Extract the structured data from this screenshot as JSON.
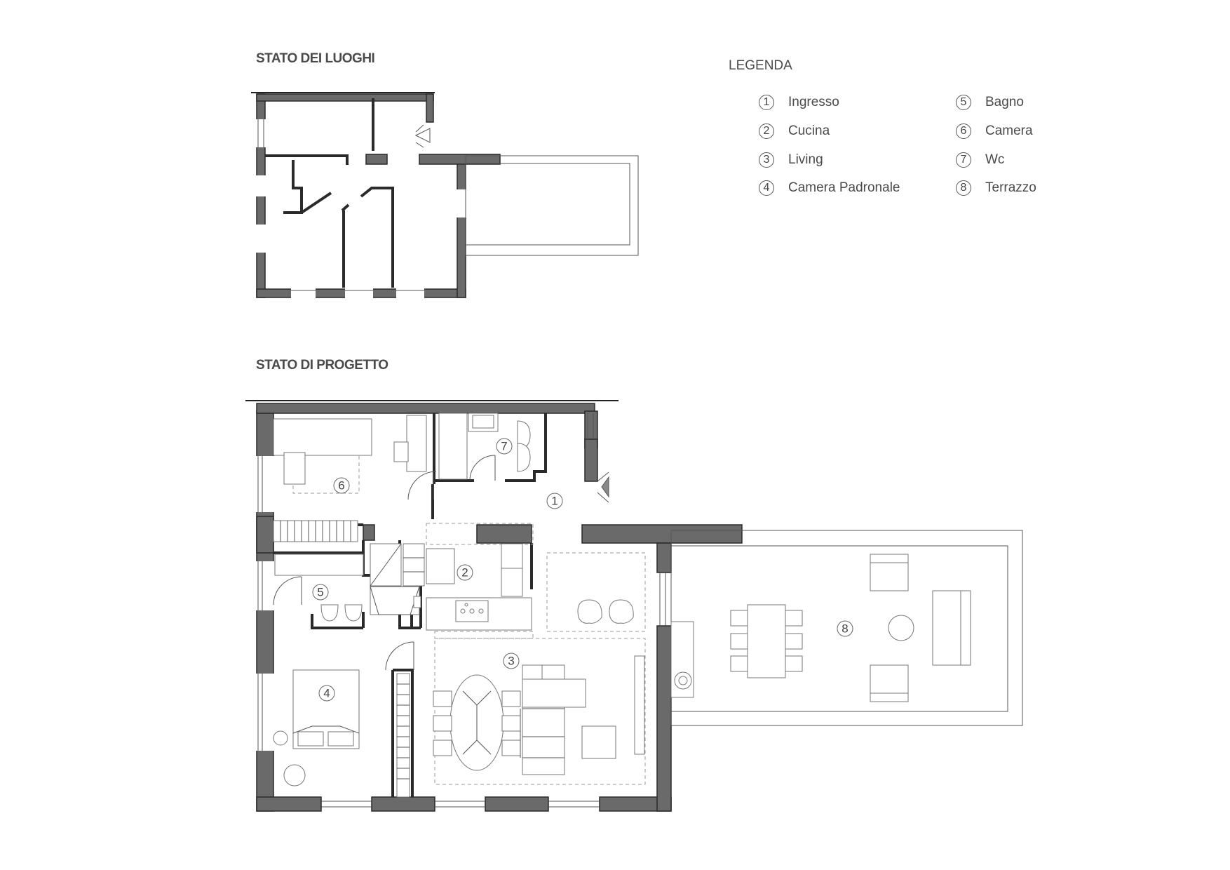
{
  "titles": {
    "existing": "STATO DEI LUOGHI",
    "project": "STATO DI PROGETTO",
    "legend": "LEGENDA"
  },
  "legend": [
    {
      "num": "1",
      "label": "Ingresso"
    },
    {
      "num": "2",
      "label": "Cucina"
    },
    {
      "num": "3",
      "label": "Living"
    },
    {
      "num": "4",
      "label": "Camera Padronale"
    },
    {
      "num": "5",
      "label": "Bagno"
    },
    {
      "num": "6",
      "label": "Camera"
    },
    {
      "num": "7",
      "label": "Wc"
    },
    {
      "num": "8",
      "label": "Terrazzo"
    }
  ],
  "rooms": {
    "r1": "1",
    "r2": "2",
    "r3": "3",
    "r4": "4",
    "r5": "5",
    "r6": "6",
    "r7": "7",
    "r8": "8"
  }
}
